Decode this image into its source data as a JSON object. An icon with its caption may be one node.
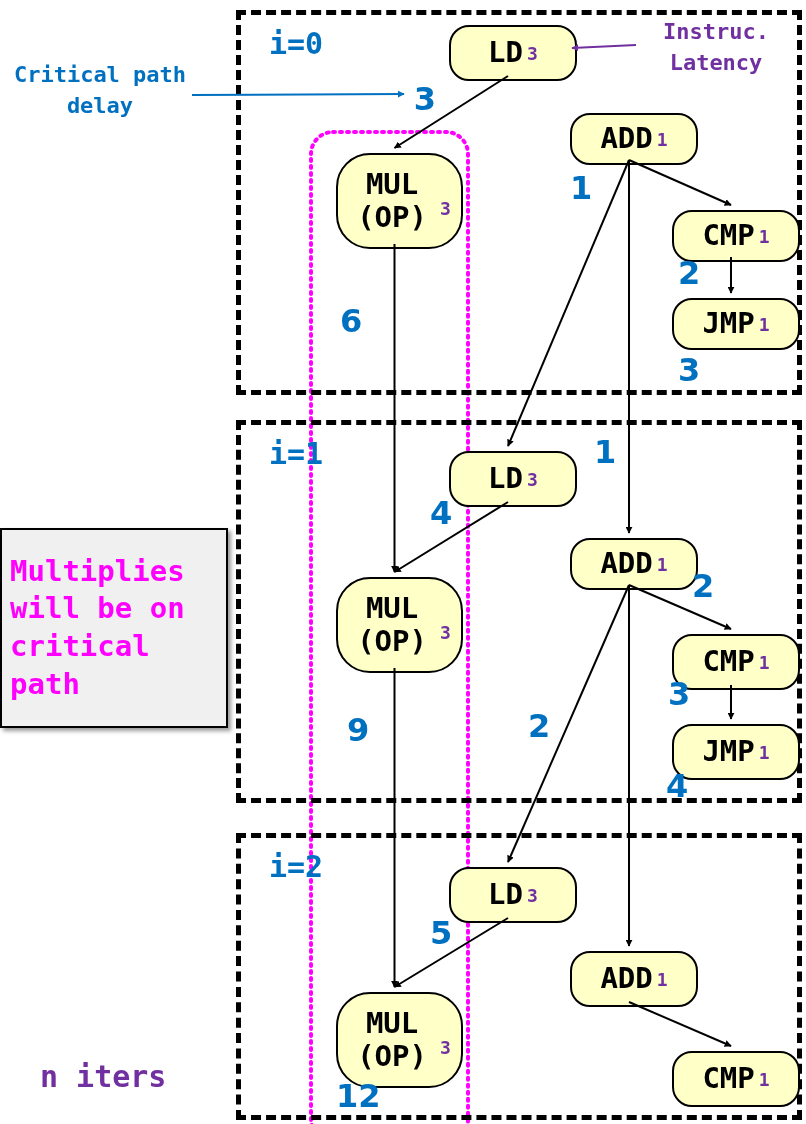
{
  "diagram": {
    "nodes": [
      {
        "text": [
          "i=0"
        ]
      },
      {
        "text": [
          "LD",
          "3"
        ],
        "in": 0
      },
      {
        "text": [
          "MUL (OP)",
          "3"
        ],
        "in": 0
      },
      {
        "text": [
          "ADD",
          "1"
        ],
        "in": 0
      },
      {
        "text": [
          "CMP",
          "1"
        ],
        "in": 0
      },
      {
        "text": [
          "JMP",
          "1"
        ],
        "in": 0
      },
      {
        "text": [
          "i=1"
        ]
      },
      {
        "text": [
          "LD",
          "3"
        ],
        "in": 6
      },
      {
        "text": [
          "MUL (OP)",
          "3"
        ],
        "in": 6
      },
      {
        "text": [
          "ADD",
          "1"
        ],
        "in": 6
      },
      {
        "text": [
          "CMP",
          "1"
        ],
        "in": 6
      },
      {
        "text": [
          "JMP",
          "1"
        ],
        "in": 6
      },
      {
        "text": [
          "i=2"
        ]
      },
      {
        "text": [
          "LD",
          "3"
        ],
        "in": 12
      },
      {
        "text": [
          "MUL (OP)",
          "3"
        ],
        "in": 12
      },
      {
        "text": [
          "ADD",
          "1"
        ],
        "in": 12
      },
      {
        "text": [
          "CMP",
          "1"
        ],
        "in": 12
      },
      {
        "text": [
          "Critical path delay"
        ]
      },
      {
        "text": [
          "3"
        ],
        "in": 0
      },
      {
        "text": [
          "Instruc. Latency"
        ],
        "in": 0
      },
      {
        "text": [
          "Multiplies will be on critical path"
        ]
      }
    ],
    "edges": [
      {
        "from": 1,
        "to": 2,
        "arrow": "to"
      },
      {
        "from": 3,
        "to": 4,
        "arrow": "to"
      },
      {
        "from": 4,
        "to": 5,
        "arrow": "to"
      },
      {
        "from": 2,
        "to": 8,
        "arrow": "to"
      },
      {
        "from": 3,
        "to": 7,
        "arrow": "to"
      },
      {
        "from": 3,
        "to": 9,
        "arrow": "to"
      },
      {
        "from": 7,
        "to": 8,
        "arrow": "to"
      },
      {
        "from": 9,
        "to": 10,
        "arrow": "to"
      },
      {
        "from": 10,
        "to": 11,
        "arrow": "to"
      },
      {
        "from": 8,
        "to": 14,
        "arrow": "to"
      },
      {
        "from": 9,
        "to": 13,
        "arrow": "to"
      },
      {
        "from": 9,
        "to": 15,
        "arrow": "to"
      },
      {
        "from": 13,
        "to": 14,
        "arrow": "to"
      },
      {
        "from": 15,
        "to": 16,
        "arrow": "to"
      },
      {
        "from": 17,
        "to": 18,
        "arrow": "to",
        "color": "#0070c0"
      },
      {
        "from": 19,
        "to": 1,
        "arrow": "to",
        "color": "#7030a0"
      }
    ],
    "labels": [
      "1",
      "2",
      "6",
      "3",
      "1",
      "4",
      "2",
      "3",
      "9",
      "2",
      "4",
      "5",
      "n iters",
      "12"
    ]
  }
}
